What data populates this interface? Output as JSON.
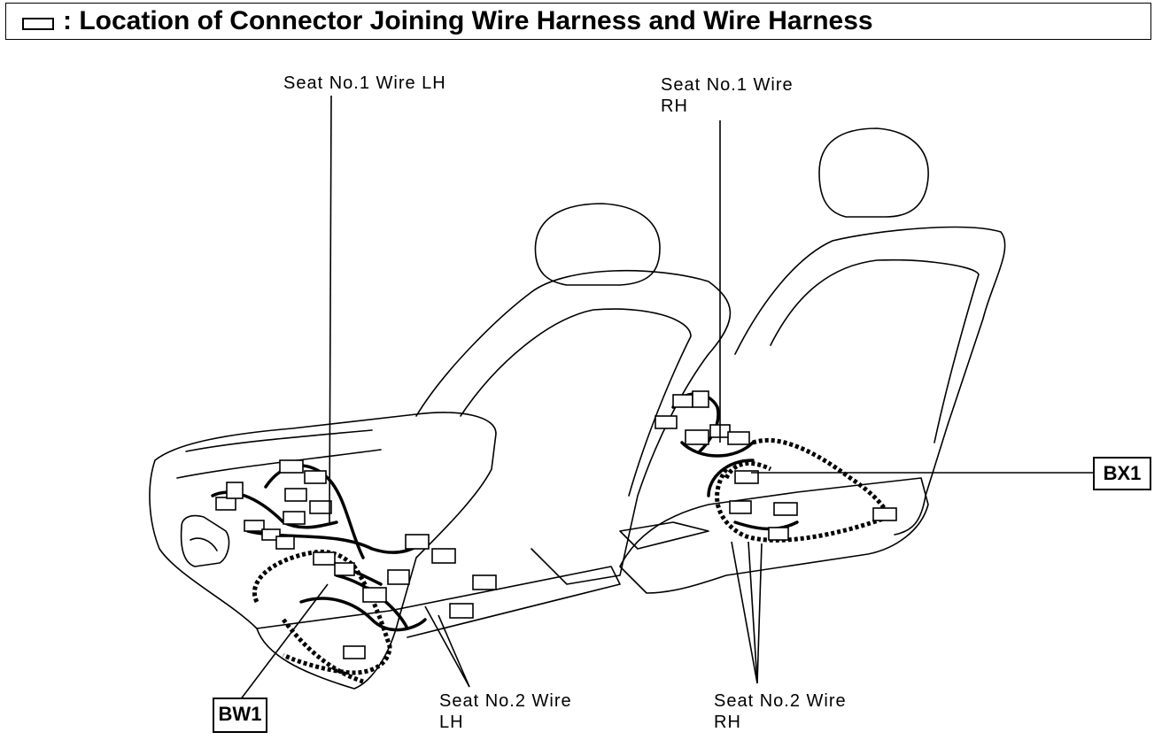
{
  "title": {
    "text": ": Location of Connector Joining Wire Harness and Wire Harness",
    "icon": "connector-rectangle-icon"
  },
  "labels": {
    "seat1_lh": "Seat No.1 Wire LH",
    "seat1_rh_line1": "Seat No.1 Wire",
    "seat1_rh_line2": "RH",
    "seat2_lh_line1": "Seat No.2 Wire",
    "seat2_lh_line2": "LH",
    "seat2_rh_line1": "Seat No.2 Wire",
    "seat2_rh_line2": "RH"
  },
  "connector_codes": {
    "bw1": "BW1",
    "bx1": "BX1"
  },
  "colors": {
    "ink": "#000000",
    "background": "#ffffff"
  }
}
